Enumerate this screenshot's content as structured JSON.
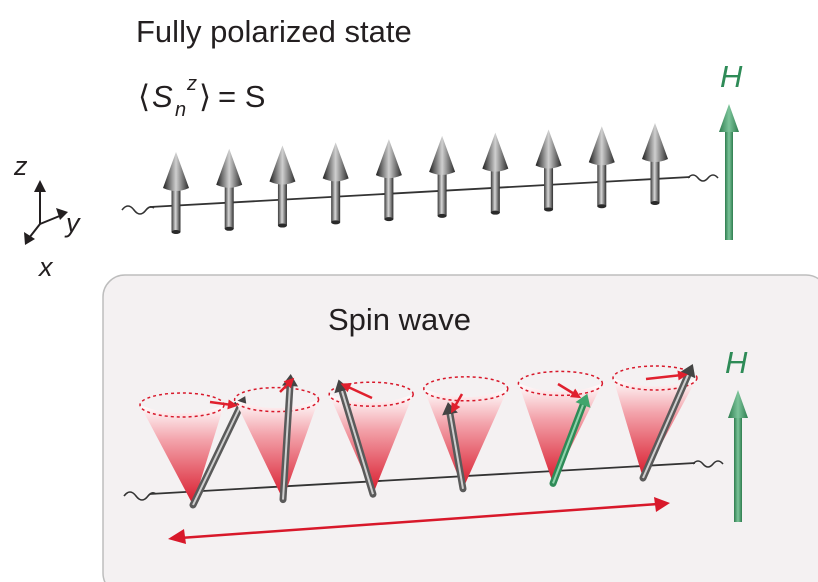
{
  "top": {
    "title": "Fully polarized state",
    "eq_S": "S",
    "eq_n": "n",
    "eq_z": "z",
    "eq_equals": "= S",
    "field_label": "H",
    "spin_count": 10
  },
  "axes": {
    "z": "z",
    "y": "y",
    "x": "x"
  },
  "bottom": {
    "title": "Spin wave",
    "field_label": "H",
    "cone_count": 6
  },
  "colors": {
    "field": "#2e8b57",
    "cone": "#d8182a",
    "arrow": "#e0202e",
    "spin": "#5a5a5a",
    "panel_bg": "#f4f1f2",
    "panel_border": "#bdbdbd"
  }
}
